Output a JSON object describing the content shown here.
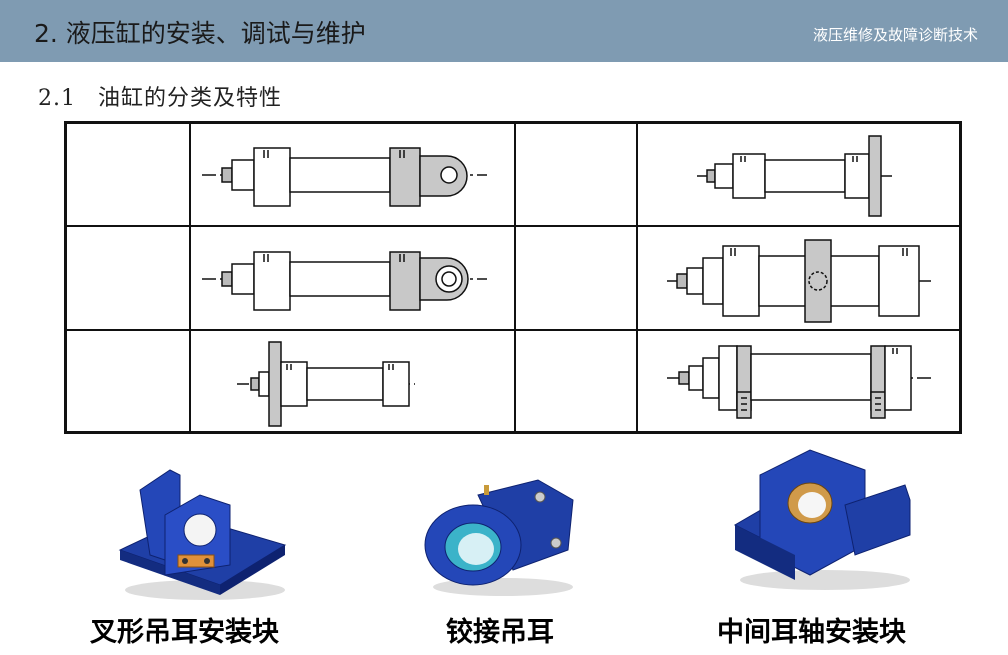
{
  "header": {
    "title": "2. 液压缸的安装、调试与维护",
    "subtitle": "液压维修及故障诊断技术"
  },
  "section": {
    "number": "2.1",
    "title": "油缸的分类及特性"
  },
  "table": {
    "rows": [
      {
        "left_label": "",
        "left_drawing": "clevis-rear-mount-cylinder-drawing",
        "right_label": "",
        "right_drawing": "rear-flange-mount-cylinder-drawing"
      },
      {
        "left_label": "",
        "left_drawing": "spherical-eye-mount-cylinder-drawing",
        "right_label": "",
        "right_drawing": "intermediate-trunnion-mount-cylinder-drawing"
      },
      {
        "left_label": "",
        "left_drawing": "front-flange-mount-cylinder-drawing",
        "right_label": "",
        "right_drawing": "foot-mount-cylinder-drawing"
      }
    ]
  },
  "products": [
    {
      "caption": "叉形吊耳安装块",
      "icon": "clevis-bracket-photo"
    },
    {
      "caption": "铰接吊耳",
      "icon": "rod-eye-photo"
    },
    {
      "caption": "中间耳轴安装块",
      "icon": "trunnion-block-photo"
    }
  ],
  "colors": {
    "header_bg": "#7f9bb2",
    "part_blue": "#1f3fa6",
    "drawing_gray": "#c8c8c8"
  }
}
